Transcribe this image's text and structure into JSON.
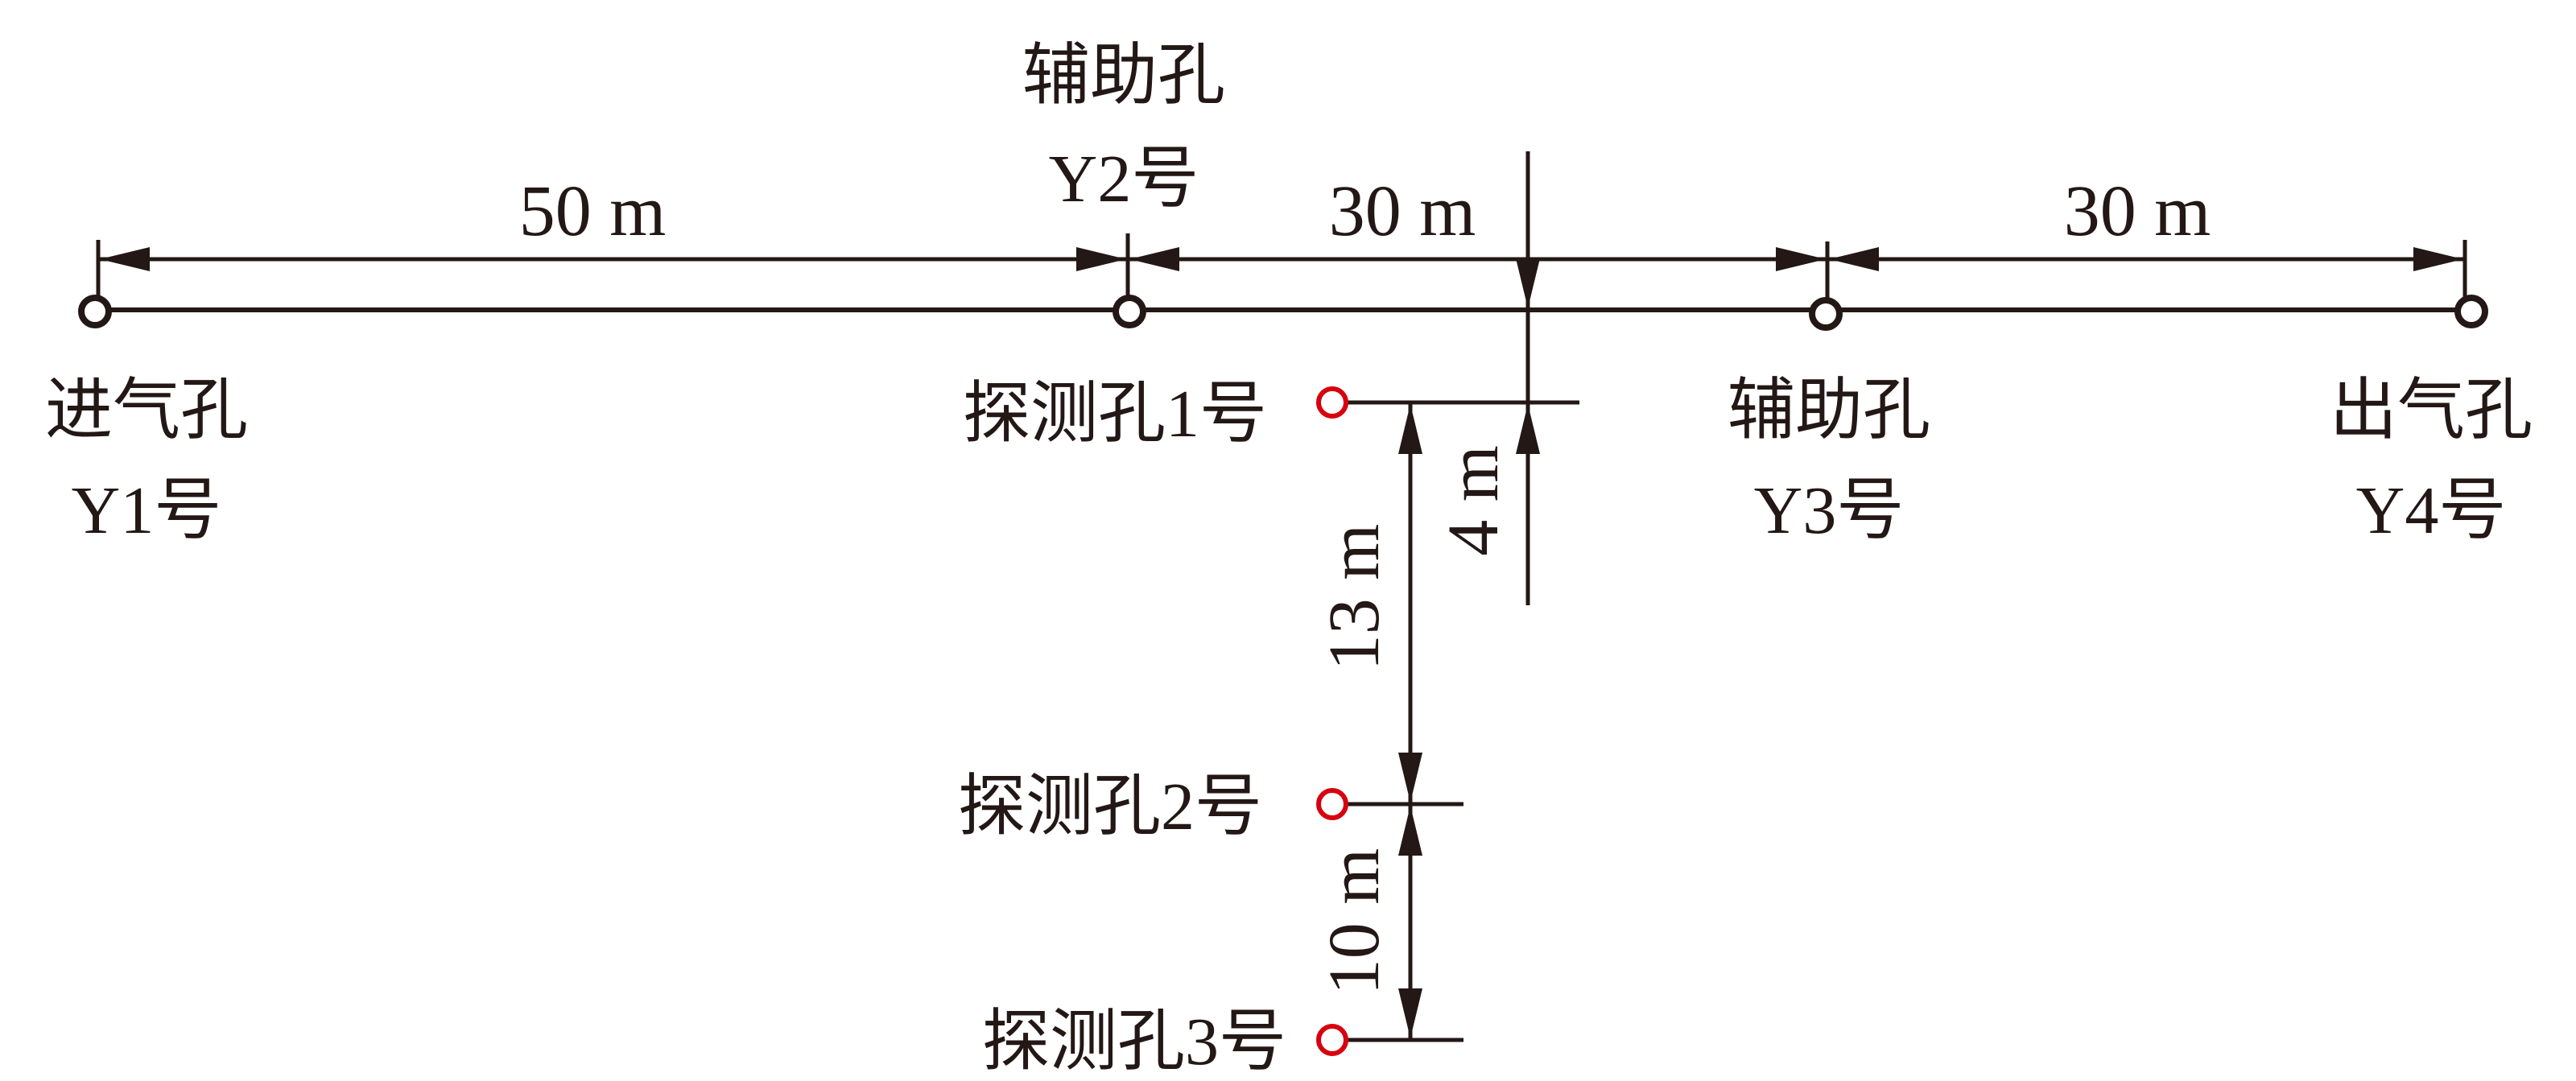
{
  "holes": {
    "y1": {
      "line1": "进气孔",
      "line2": "Y1号"
    },
    "y2": {
      "line1": "辅助孔",
      "line2": "Y2号"
    },
    "y3": {
      "line1": "辅助孔",
      "line2": "Y3号"
    },
    "y4": {
      "line1": "出气孔",
      "line2": "Y4号"
    }
  },
  "probes": {
    "p1": "探测孔1号",
    "p2": "探测孔2号",
    "p3": "探测孔3号"
  },
  "dimensions": {
    "y1_y2": "50 m",
    "y2_y3": "30 m",
    "y3_y4": "30 m",
    "line_p1": "4 m",
    "p1_p2": "13 m",
    "p2_p3": "10 m"
  },
  "colors": {
    "line": "#231815",
    "probe": "#d7000f"
  }
}
